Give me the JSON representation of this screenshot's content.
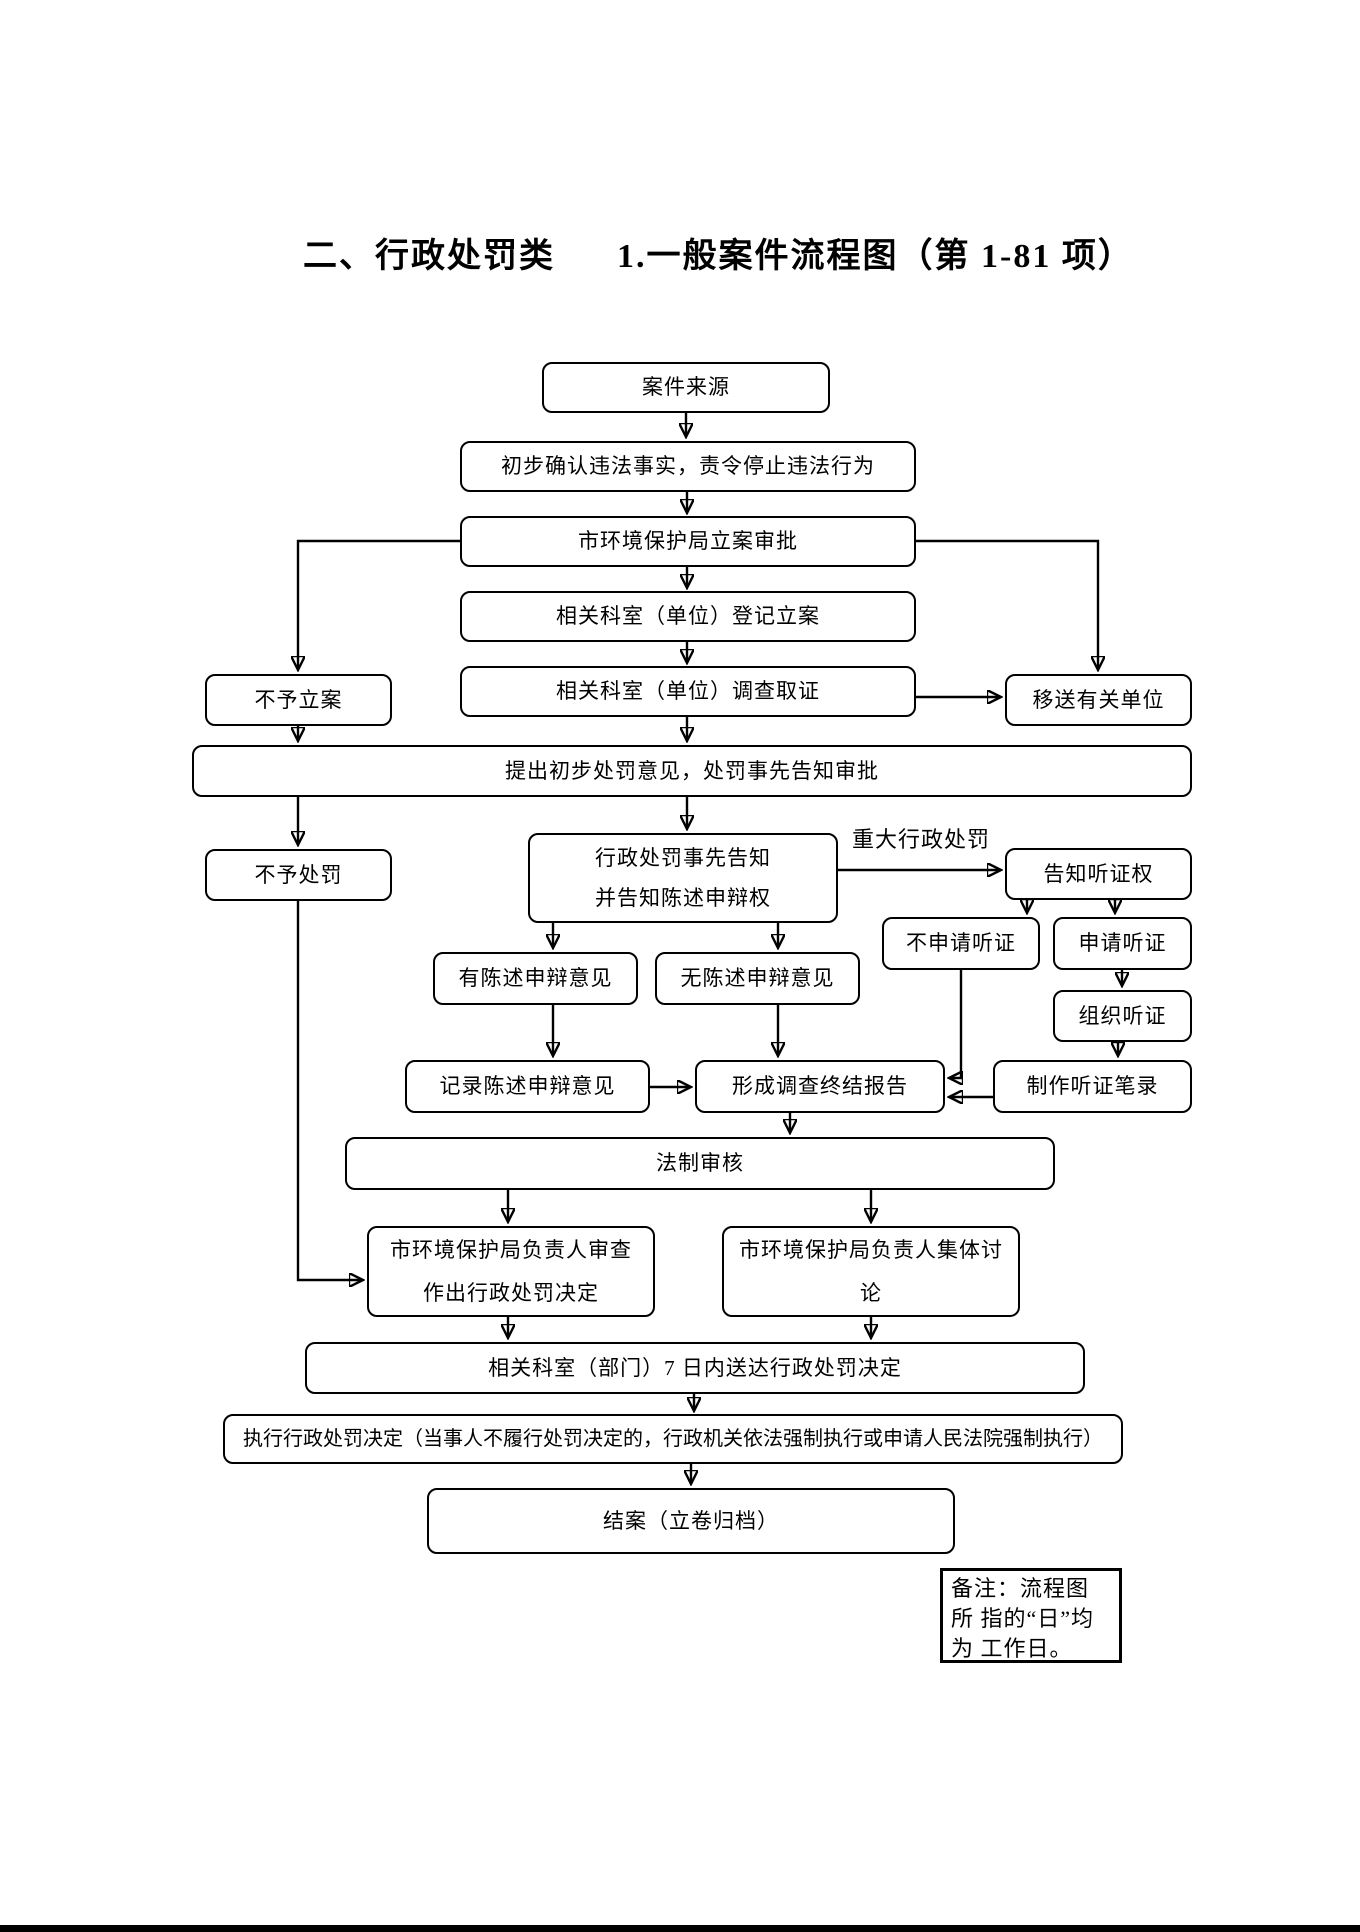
{
  "title": {
    "section": "二、行政处罚类",
    "name": "1.一般案件流程图（第 1-81 项）"
  },
  "nodes": {
    "case_source": {
      "label": "案件来源"
    },
    "initial_confirm": {
      "label": "初步确认违法事实，责令停止违法行为"
    },
    "bureau_case_approval": {
      "label": "市环境保护局立案审批"
    },
    "register_case": {
      "label": "相关科室（单位）登记立案"
    },
    "investigate_evidence": {
      "label": "相关科室（单位）调查取证"
    },
    "no_case_filed": {
      "label": "不予立案"
    },
    "transfer_unit": {
      "label": "移送有关单位"
    },
    "preliminary_opinion": {
      "label": "提出初步处罚意见，处罚事先告知审批"
    },
    "no_penalty": {
      "label": "不予处罚"
    },
    "prior_notice": {
      "line1": "行政处罚事先告知",
      "line2": "并告知陈述申辩权"
    },
    "major_penalty_label": {
      "label": "重大行政处罚"
    },
    "notify_hearing_right": {
      "label": "告知听证权"
    },
    "no_hearing_request": {
      "label": "不申请听证"
    },
    "hearing_request": {
      "label": "申请听证"
    },
    "organize_hearing": {
      "label": "组织听证"
    },
    "hearing_transcript": {
      "label": "制作听证笔录"
    },
    "has_statement": {
      "label": "有陈述申辩意见"
    },
    "no_statement": {
      "label": "无陈述申辩意见"
    },
    "record_statement": {
      "label": "记录陈述申辩意见"
    },
    "investigation_report": {
      "label": "形成调查终结报告"
    },
    "legal_review": {
      "label": "法制审核"
    },
    "leader_review": {
      "line1": "市环境保护局负责人审查",
      "line2": "作出行政处罚决定"
    },
    "collective_discussion": {
      "line1": "市环境保护局负责人集体讨",
      "line2": "论"
    },
    "deliver_decision": {
      "label": "相关科室（部门）7 日内送达行政处罚决定"
    },
    "execute_decision": {
      "label": "执行行政处罚决定（当事人不履行处罚决定的，行政机关依法强制执行或申请人民法院强制执行）"
    },
    "close_case": {
      "label": "结案（立卷归档）"
    }
  },
  "note": {
    "line1": "备注：流程图所",
    "line2": "指的“日”均为",
    "line3": "工作日。"
  },
  "colors": {
    "line": "#000000",
    "background": "#ffffff"
  }
}
